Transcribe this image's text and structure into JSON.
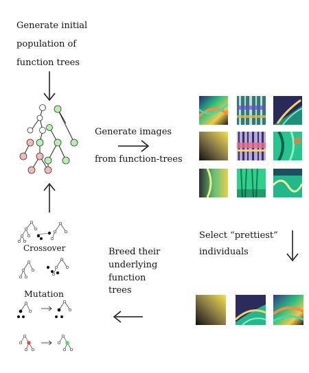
{
  "step1": {
    "lines": [
      "Generate initial",
      "population of",
      "function trees"
    ]
  },
  "step2": {
    "lines": [
      "Generate images",
      "from function-trees"
    ]
  },
  "step3": {
    "lines": [
      "Select “prettiest”",
      "individuals"
    ]
  },
  "step4": {
    "lines": [
      "Breed their",
      "underlying",
      "function",
      "trees"
    ]
  },
  "ops": {
    "crossover_label": "Crossover",
    "mutation_label": "Mutation"
  },
  "colors": {
    "node_white": "#ffffff",
    "node_green": "#b8f0b0",
    "node_pink": "#f4b8b8",
    "edge": "#222222"
  },
  "icons": {
    "arrow_down": "arrow-down-icon",
    "arrow_right": "arrow-right-icon",
    "arrow_left": "arrow-left-icon",
    "arrow_up": "arrow-up-icon"
  }
}
